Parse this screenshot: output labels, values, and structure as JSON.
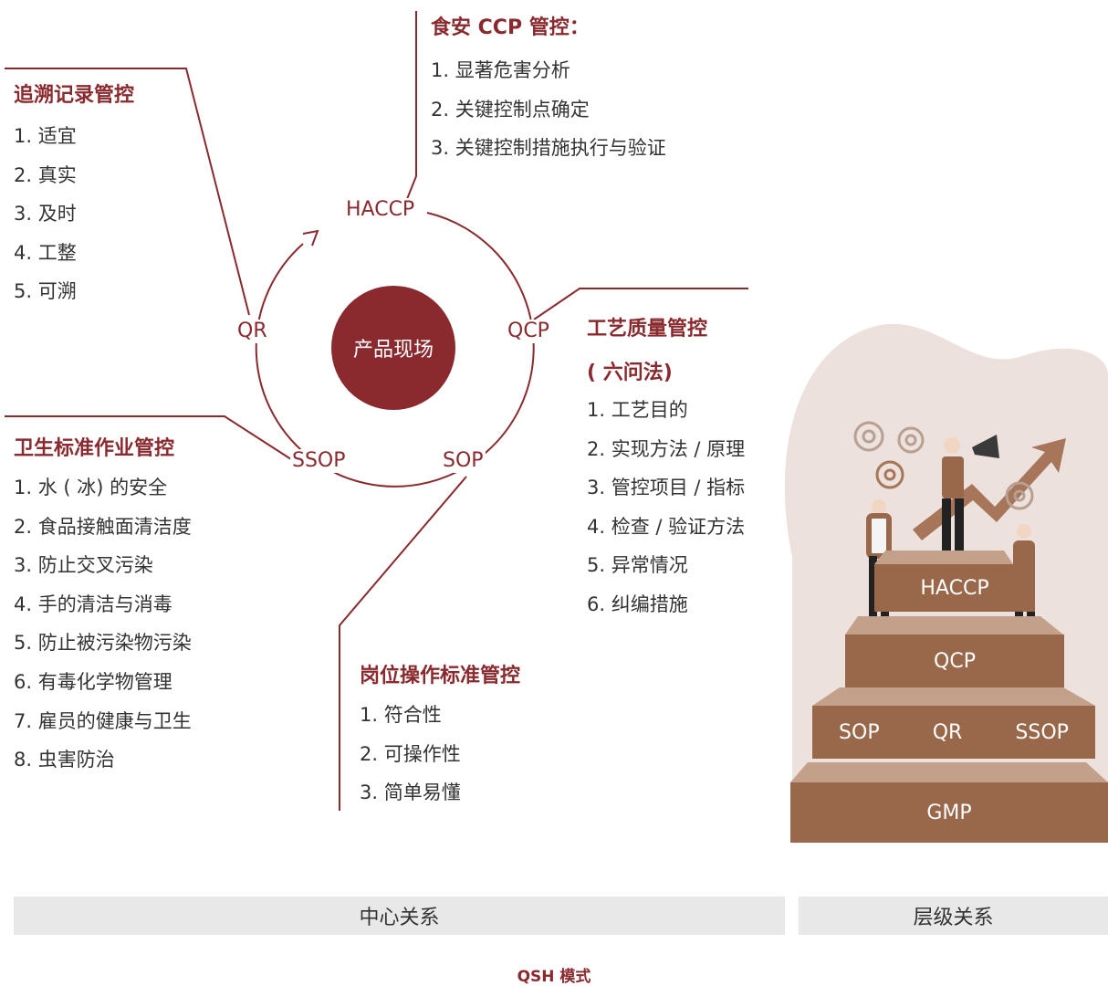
{
  "center": "产品现场",
  "nodes": {
    "haccp": "HACCP",
    "qcp": "QCP",
    "sop": "SOP",
    "ssop": "SSOP",
    "qr": "QR"
  },
  "blocks": {
    "trace": {
      "title": "追溯记录管控",
      "items": [
        "1. 适宜",
        "2. 真实",
        "3. 及时",
        "4. 工整",
        "5. 可溯"
      ]
    },
    "haccp": {
      "title": "食安 CCP 管控：",
      "items": [
        "1. 显著危害分析",
        "2. 关键控制点确定",
        "3. 关键控制措施执行与验证"
      ]
    },
    "qcp": {
      "title": "工艺质量管控",
      "subtitle": "( 六问法)",
      "items": [
        "1. 工艺目的",
        "2. 实现方法 / 原理",
        "3. 管控项目 / 指标",
        "4. 检查 / 验证方法",
        "5. 异常情况",
        "6. 纠编措施"
      ]
    },
    "ssop": {
      "title": "卫生标准作业管控",
      "items": [
        "1. 水 ( 冰) 的安全",
        "2. 食品接触面清洁度",
        "3. 防止交叉污染",
        "4. 手的清洁与消毒",
        "5. 防止被污染物污染",
        "6. 有毒化学物管理",
        "7. 雇员的健康与卫生",
        "8. 虫害防治"
      ]
    },
    "sop": {
      "title": "岗位操作标准管控",
      "items": [
        "1. 符合性",
        "2. 可操作性",
        "3. 简单易懂"
      ]
    }
  },
  "stairs": {
    "top": "HACCP",
    "second": "QCP",
    "third": [
      "SOP",
      "QR",
      "SSOP"
    ],
    "base": "GMP"
  },
  "bars": {
    "left": "中心关系",
    "right": "层级关系"
  },
  "footer": "QSH 模式",
  "colors": {
    "accent": "#8b2a2e",
    "step": "#99674a",
    "step_top": "#c3a089",
    "blob": "#ece1dc",
    "bar": "#e8e8e8"
  }
}
